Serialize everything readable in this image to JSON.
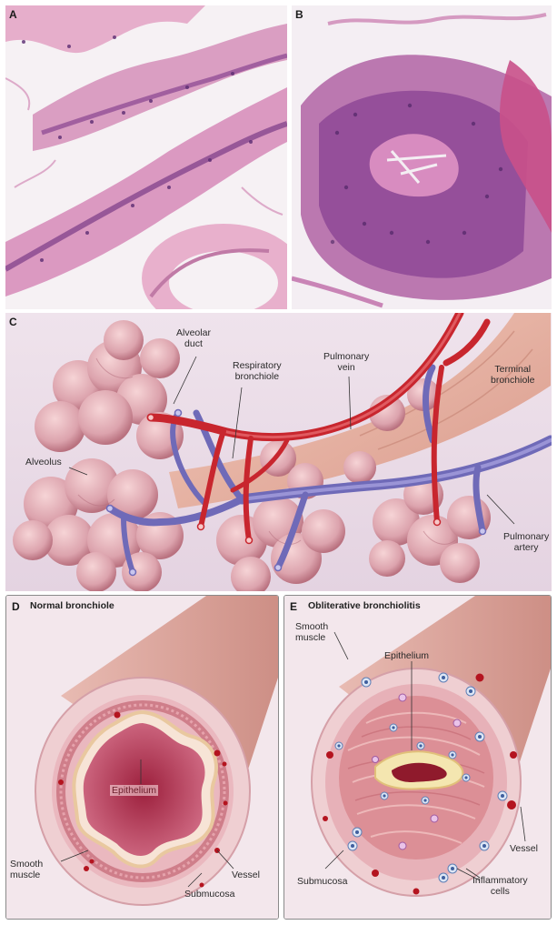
{
  "panels": {
    "a": {
      "label": "A"
    },
    "b": {
      "label": "B"
    },
    "c": {
      "label": "C",
      "alveolar_duct_1": "Alveolar",
      "alveolar_duct_2": "duct",
      "resp_bronchiole_1": "Respiratory",
      "resp_bronchiole_2": "bronchiole",
      "pulm_vein_1": "Pulmonary",
      "pulm_vein_2": "vein",
      "terminal_bronchiole_1": "Terminal",
      "terminal_bronchiole_2": "bronchiole",
      "alveolus": "Alveolus",
      "pulm_artery_1": "Pulmonary",
      "pulm_artery_2": "artery"
    },
    "d": {
      "label": "D",
      "title": "Normal bronchiole",
      "epithelium": "Epithelium",
      "vessel": "Vessel",
      "smooth_muscle_1": "Smooth",
      "smooth_muscle_2": "muscle",
      "submucosa": "Submucosa"
    },
    "e": {
      "label": "E",
      "title": "Obliterative bronchiolitis",
      "smooth_muscle_1": "Smooth",
      "smooth_muscle_2": "muscle",
      "epithelium": "Epithelium",
      "vessel": "Vessel",
      "submucosa": "Submucosa",
      "inflammatory_1": "Inflammatory",
      "inflammatory_2": "cells"
    }
  },
  "colors": {
    "he_pink": "#e6a9c8",
    "he_purple": "#7a3b86",
    "tissue_bg": "#e9d9e6",
    "artery_red": "#c8262e",
    "vein_purple": "#6f6ab8",
    "alveolus_pink": "#dca3ad",
    "bronchiole_wall": "#e9b3a4",
    "lumen_red": "#b43550"
  }
}
